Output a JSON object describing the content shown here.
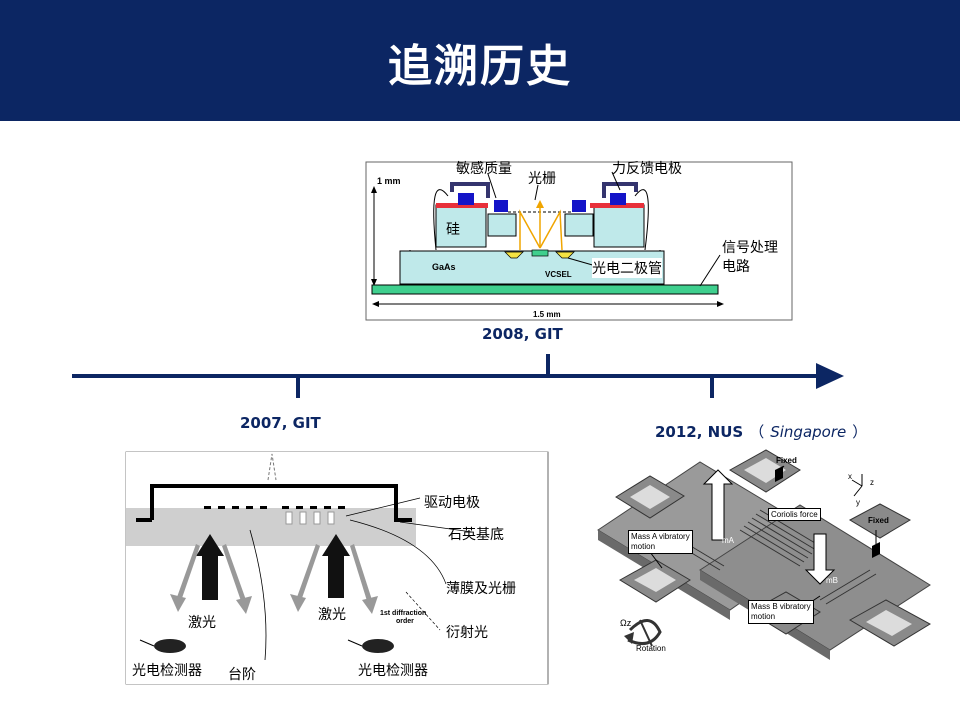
{
  "title": "追溯历史",
  "colors": {
    "header": "#0c2663",
    "timeline": "#0c2663"
  },
  "timeline": {
    "events": [
      {
        "id": "git-2008",
        "label": "2008, GIT"
      },
      {
        "id": "git-2007",
        "label": "2007, GIT"
      },
      {
        "id": "nus-2012",
        "label": "2012, NUS",
        "paren_open": "（",
        "country": "Singapore",
        "paren_close": "）"
      }
    ]
  },
  "fig2008": {
    "scale_height": "1 mm",
    "scale_width": "1.5 mm",
    "mass": "敏感质量",
    "grating": "光栅",
    "feedback_electrode": "力反馈电极",
    "silicon": "硅",
    "gaas": "GaAs",
    "vcsel": "VCSEL",
    "photodiode": "光电二极管",
    "signal_circuit_line1": "信号处理",
    "signal_circuit_line2": "电路"
  },
  "fig2007": {
    "drive_electrode": "驱动电极",
    "quartz_substrate": "石英基底",
    "film_grating": "薄膜及光栅",
    "diffraction_light": "衍射光",
    "laser_left": "激光",
    "laser_right": "激光",
    "diffraction_order_line1": "1st diffraction",
    "diffraction_order_line2": "order",
    "photodetector_left": "光电检测器",
    "step": "台阶",
    "photodetector_right": "光电检测器"
  },
  "fig2012": {
    "fixed_top": "Fixed",
    "fixed_right": "Fixed",
    "coriolis_force": "Coriolis force",
    "mass_a_line1": "Mass A vibratory",
    "mass_a_line2": "motion",
    "mass_b_line1": "Mass B vibratory",
    "mass_b_line2": "motion",
    "m_a": "mA",
    "m_b": "mB",
    "rotation": "Rotation",
    "omega": "Ωz",
    "axis_x": "x",
    "axis_y": "y",
    "axis_z": "z"
  }
}
